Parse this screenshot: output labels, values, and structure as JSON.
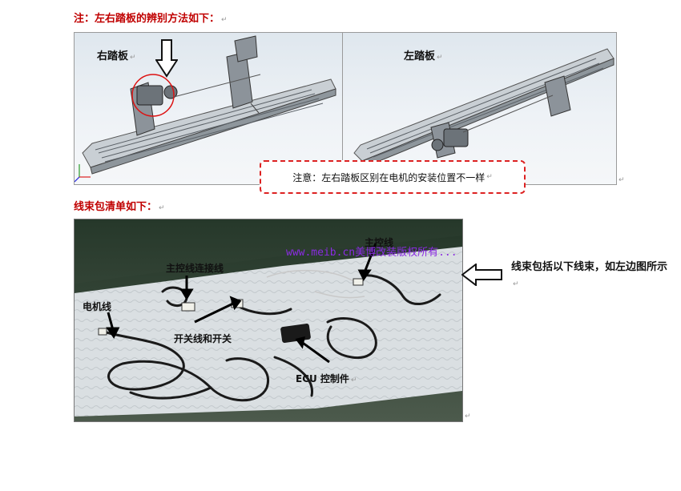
{
  "heading_1": "注：左右踏板的辨别方法如下：",
  "panels": {
    "right_label": "右踏板",
    "left_label": "左踏板"
  },
  "note": "注意：左右踏板区别在电机的安装位置不一样",
  "heading_2": "线束包清单如下：",
  "photo": {
    "watermark": "www.meib.cn美博改装版权所有...",
    "labels": {
      "main_wire": "主控线",
      "main_connector_wire": "主控线连接线",
      "motor_wire": "电机线",
      "switch_wire": "开关线和开关",
      "ecu": "ECU 控制件"
    }
  },
  "side_note": "线束包括以下线束，如左边图所示",
  "para_mark": "↵",
  "colors": {
    "heading_red": "#c00000",
    "note_border": "#dd2222",
    "watermark": "#8a2be2"
  }
}
